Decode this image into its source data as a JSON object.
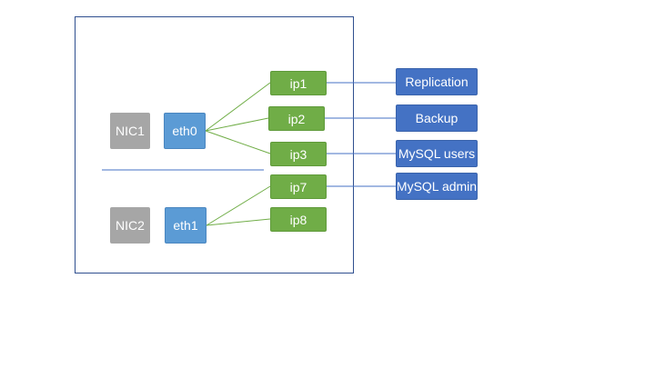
{
  "nics": [
    {
      "label": "NIC1"
    },
    {
      "label": "NIC2"
    }
  ],
  "interfaces": [
    {
      "label": "eth0"
    },
    {
      "label": "eth1"
    }
  ],
  "ips": [
    {
      "label": "ip1"
    },
    {
      "label": "ip2"
    },
    {
      "label": "ip3"
    },
    {
      "label": "ip7"
    },
    {
      "label": "ip8"
    }
  ],
  "services": [
    {
      "label": "Replication"
    },
    {
      "label": "Backup"
    },
    {
      "label": "MySQL users"
    },
    {
      "label": "MySQL admin"
    }
  ],
  "colors": {
    "nic": "#a6a6a6",
    "interface": "#5b9bd5",
    "ip": "#70ad47",
    "service": "#4472c4",
    "ip_link": "#70ad47",
    "service_link": "#4472c4"
  }
}
